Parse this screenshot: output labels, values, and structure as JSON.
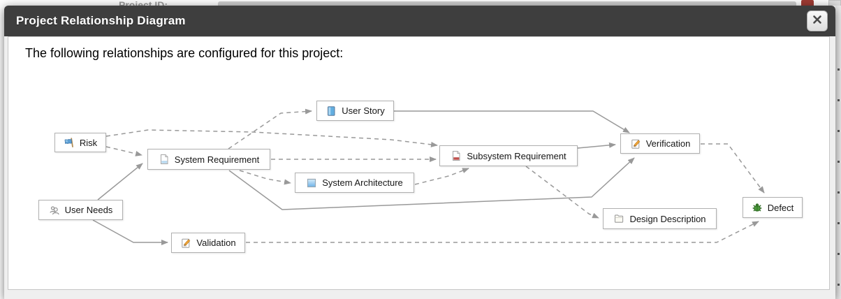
{
  "window": {
    "title": "Project Relationship Diagram",
    "close_tooltip": "Close"
  },
  "intro_text": "The following relationships are configured for this project:",
  "background": {
    "partial_text": "Project ID:"
  },
  "colors": {
    "header_bg": "#3e3e3e",
    "edge": "#999999",
    "node_border": "#b0b0b0",
    "defect_green": "#4c9a3d",
    "pencil_orange": "#f0a63a",
    "doc_blue_band": "#b8d9f0",
    "doc_red_band": "#c0504d"
  },
  "diagram": {
    "nodes": [
      {
        "id": "risk",
        "label": "Risk",
        "icon": "flag-icon"
      },
      {
        "id": "user-needs",
        "label": "User Needs",
        "icon": "users-icon"
      },
      {
        "id": "system-requirement",
        "label": "System Requirement",
        "icon": "document-blue-icon"
      },
      {
        "id": "user-story",
        "label": "User Story",
        "icon": "book-blue-icon"
      },
      {
        "id": "system-architecture",
        "label": "System Architecture",
        "icon": "blue-square-icon"
      },
      {
        "id": "validation",
        "label": "Validation",
        "icon": "checklist-pencil-icon"
      },
      {
        "id": "subsystem-requirement",
        "label": "Subsystem Requirement",
        "icon": "document-red-icon"
      },
      {
        "id": "verification",
        "label": "Verification",
        "icon": "checklist-pencil-icon"
      },
      {
        "id": "design-description",
        "label": "Design Description",
        "icon": "folder-icon"
      },
      {
        "id": "defect",
        "label": "Defect",
        "icon": "bug-icon"
      }
    ],
    "edges": [
      {
        "from": "user-needs",
        "to": "system-requirement",
        "style": "solid"
      },
      {
        "from": "user-needs",
        "to": "validation",
        "style": "solid"
      },
      {
        "from": "user-story",
        "to": "verification",
        "style": "solid"
      },
      {
        "from": "subsystem-requirement",
        "to": "verification",
        "style": "solid"
      },
      {
        "from": "system-requirement",
        "to": "verification",
        "style": "solid"
      },
      {
        "from": "risk",
        "to": "subsystem-requirement",
        "style": "dashed"
      },
      {
        "from": "risk",
        "to": "system-requirement",
        "style": "dashed"
      },
      {
        "from": "system-requirement",
        "to": "user-story",
        "style": "dashed"
      },
      {
        "from": "system-requirement",
        "to": "subsystem-requirement",
        "style": "dashed"
      },
      {
        "from": "system-requirement",
        "to": "system-architecture",
        "style": "dashed"
      },
      {
        "from": "system-architecture",
        "to": "subsystem-requirement",
        "style": "dashed"
      },
      {
        "from": "subsystem-requirement",
        "to": "design-description",
        "style": "dashed"
      },
      {
        "from": "verification",
        "to": "defect",
        "style": "dashed"
      },
      {
        "from": "validation",
        "to": "defect",
        "style": "dashed"
      }
    ]
  }
}
